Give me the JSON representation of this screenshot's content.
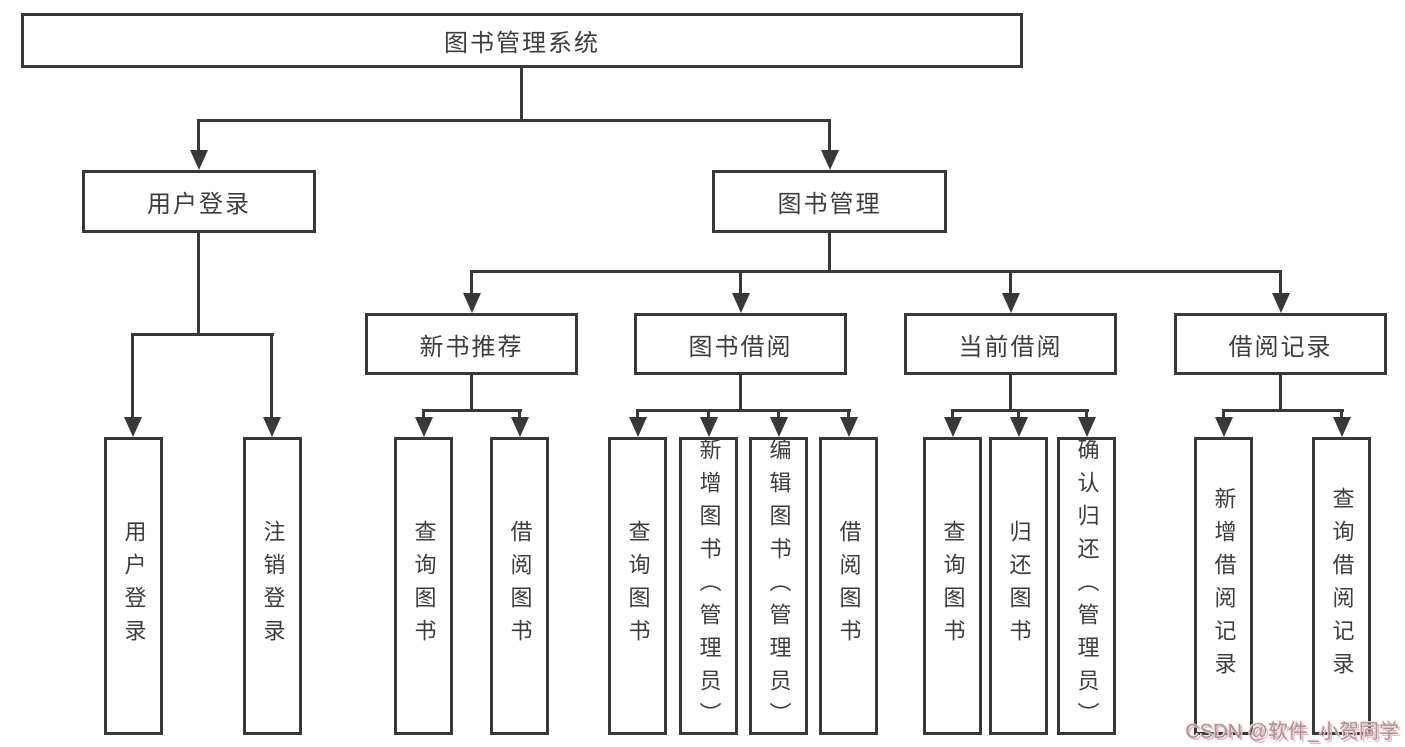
{
  "diagram": {
    "root_label": "图书管理系统",
    "level2": {
      "user_login": "用户登录",
      "book_management": "图书管理"
    },
    "level3": {
      "new_book_recommend": "新书推荐",
      "book_borrow": "图书借阅",
      "current_borrow": "当前借阅",
      "borrow_records": "借阅记录"
    },
    "leaves": {
      "user_login": "用户登录",
      "logout": "注销登录",
      "nb_query": "查询图书",
      "nb_borrow": "借阅图书",
      "bb_query": "查询图书",
      "bb_add": "新增图书（管理员）",
      "bb_edit": "编辑图书（管理员）",
      "bb_borrow": "借阅图书",
      "cb_query": "查询图书",
      "cb_return": "归还图书",
      "cb_confirm": "确认归还（管理员）",
      "br_add": "新增借阅记录",
      "br_query": "查询借阅记录"
    },
    "watermark": "CSDN @软件_小贺同学",
    "colors": {
      "line": "#383838",
      "text": "#3d3d3d",
      "watermark_gray": "#9b9b9b",
      "watermark_pink": "#f5b3ba"
    }
  }
}
